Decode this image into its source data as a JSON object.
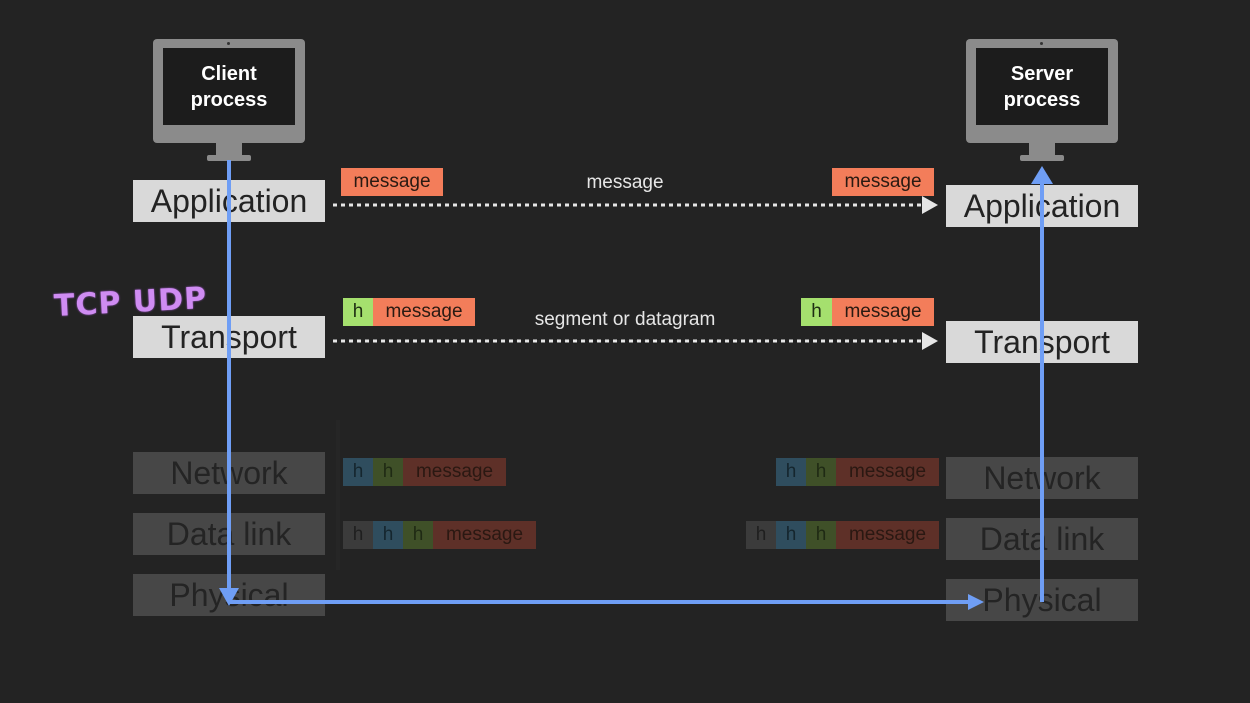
{
  "client": {
    "label_line1": "Client",
    "label_line2": "process"
  },
  "server": {
    "label_line1": "Server",
    "label_line2": "process"
  },
  "layers": {
    "application": "Application",
    "transport": "Transport",
    "network": "Network",
    "data_link": "Data link",
    "physical": "Physical"
  },
  "annotation": "TCP UDP",
  "flows": {
    "application_label": "message",
    "transport_label": "segment or datagram"
  },
  "packets": {
    "message": "message",
    "header": "h"
  },
  "colors": {
    "background": "#232323",
    "message": "#f37d5a",
    "header_green": "#a5e06e",
    "header_blue": "#2f4d5e",
    "path_arrow": "#6f9ef5",
    "annotation": "#cf8cf2"
  }
}
